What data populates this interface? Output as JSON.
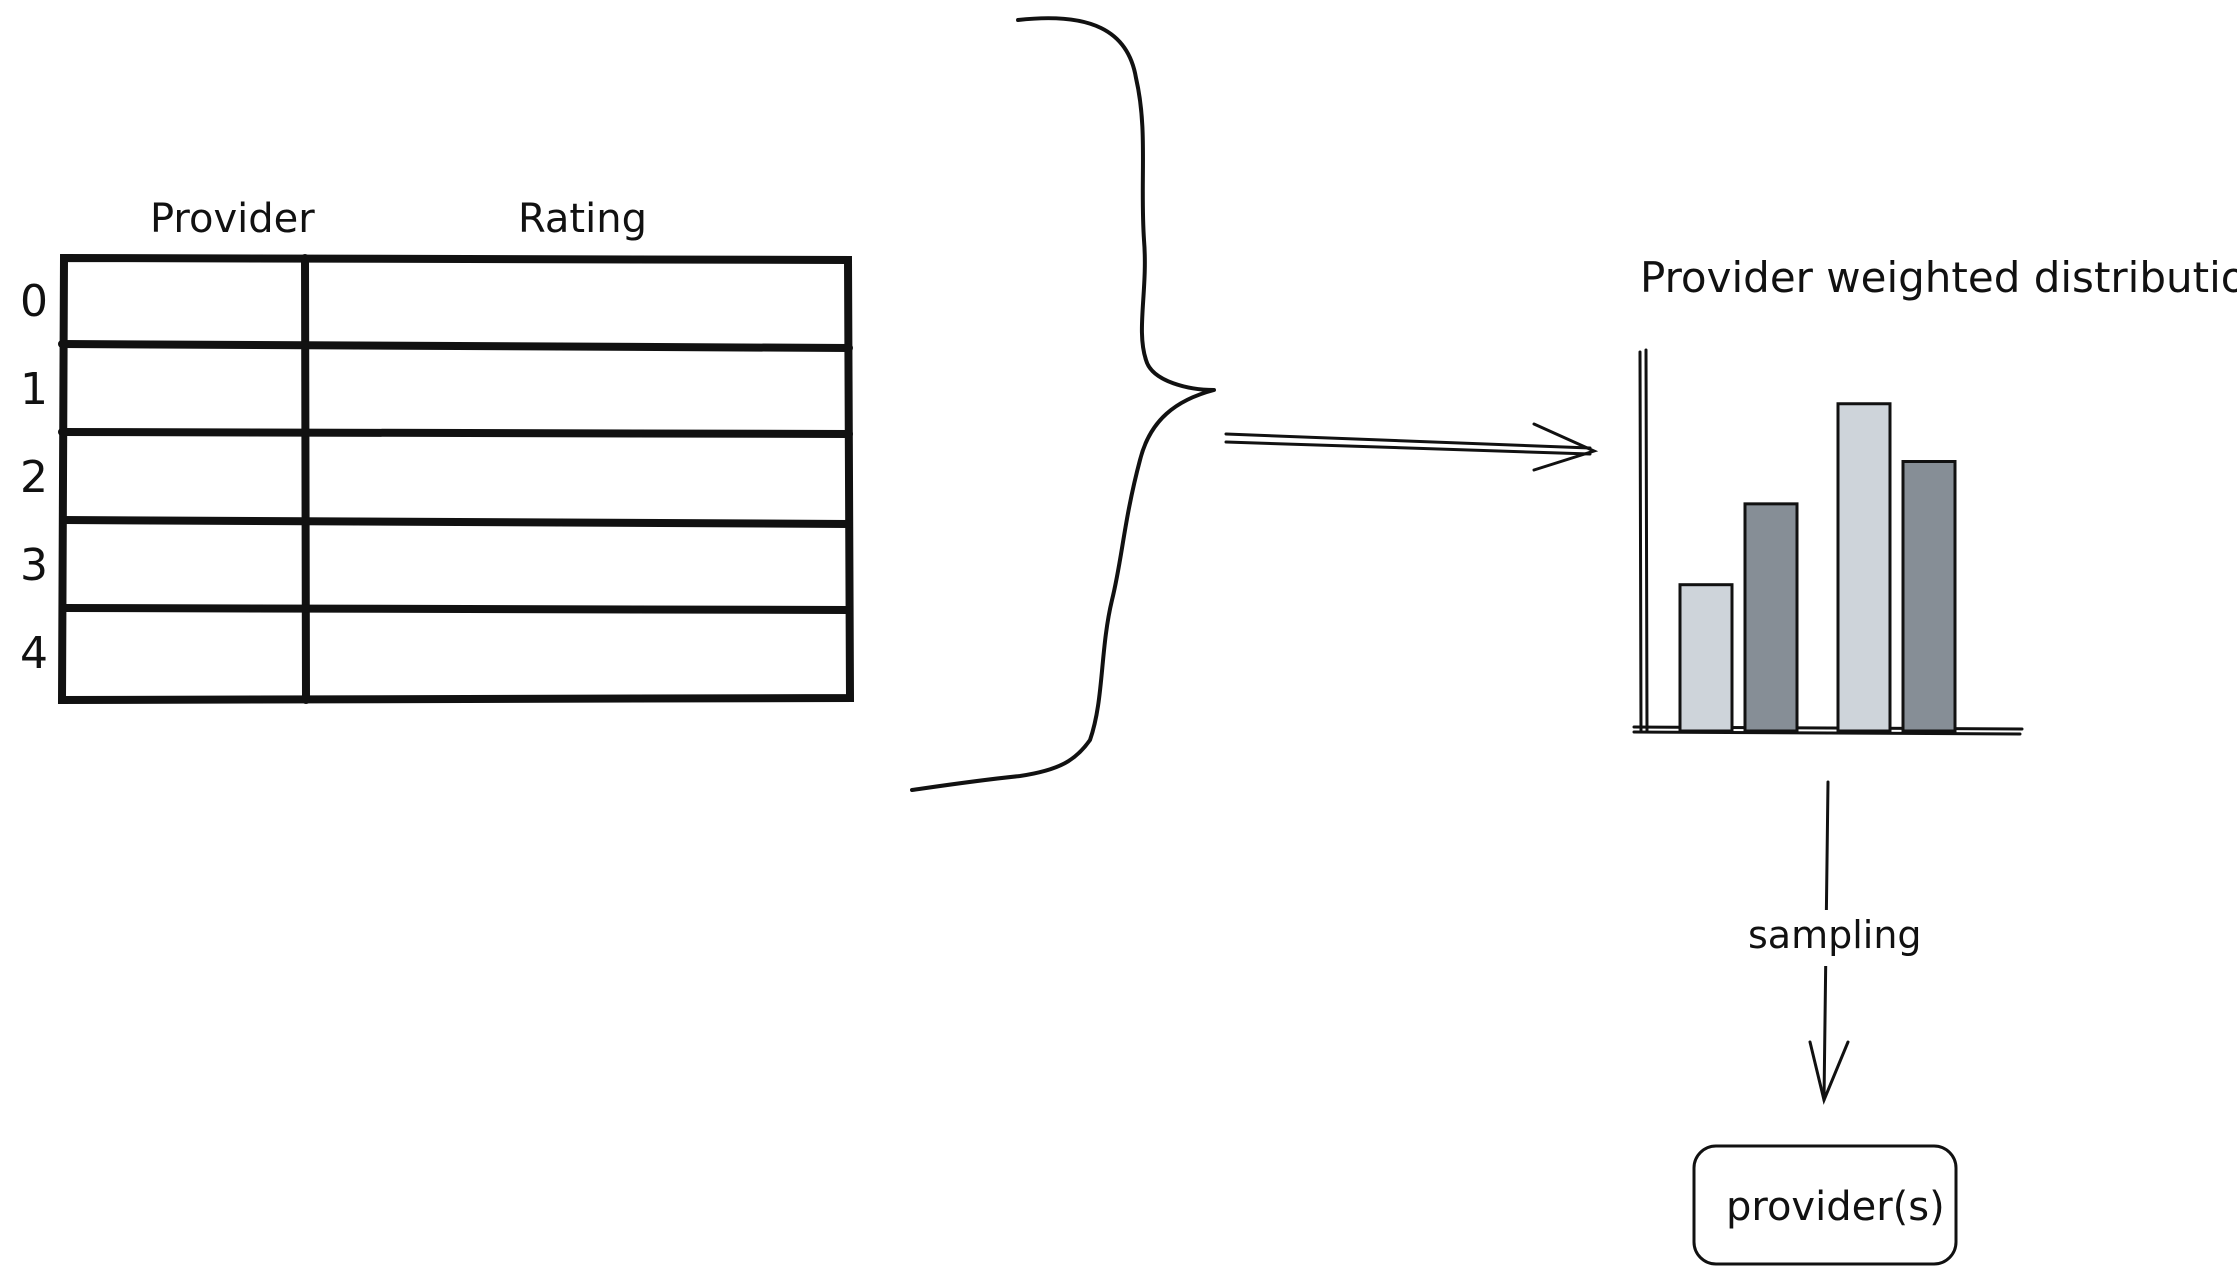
{
  "table": {
    "headers": [
      "Provider",
      "Rating"
    ],
    "row_indices": [
      "0",
      "1",
      "2",
      "3",
      "4"
    ]
  },
  "distribution": {
    "title": "Provider weighted distribution",
    "bar_heights_relative": [
      0.38,
      0.59,
      0.85,
      0.7
    ],
    "bar_colors": [
      "#ced4da",
      "#868e96",
      "#ced4da",
      "#868e96"
    ]
  },
  "sampling_label": "sampling",
  "result_label": "provider(s)",
  "colors": {
    "stroke": "#111111",
    "bar_light": "#ced4da",
    "bar_dark": "#868e96"
  }
}
